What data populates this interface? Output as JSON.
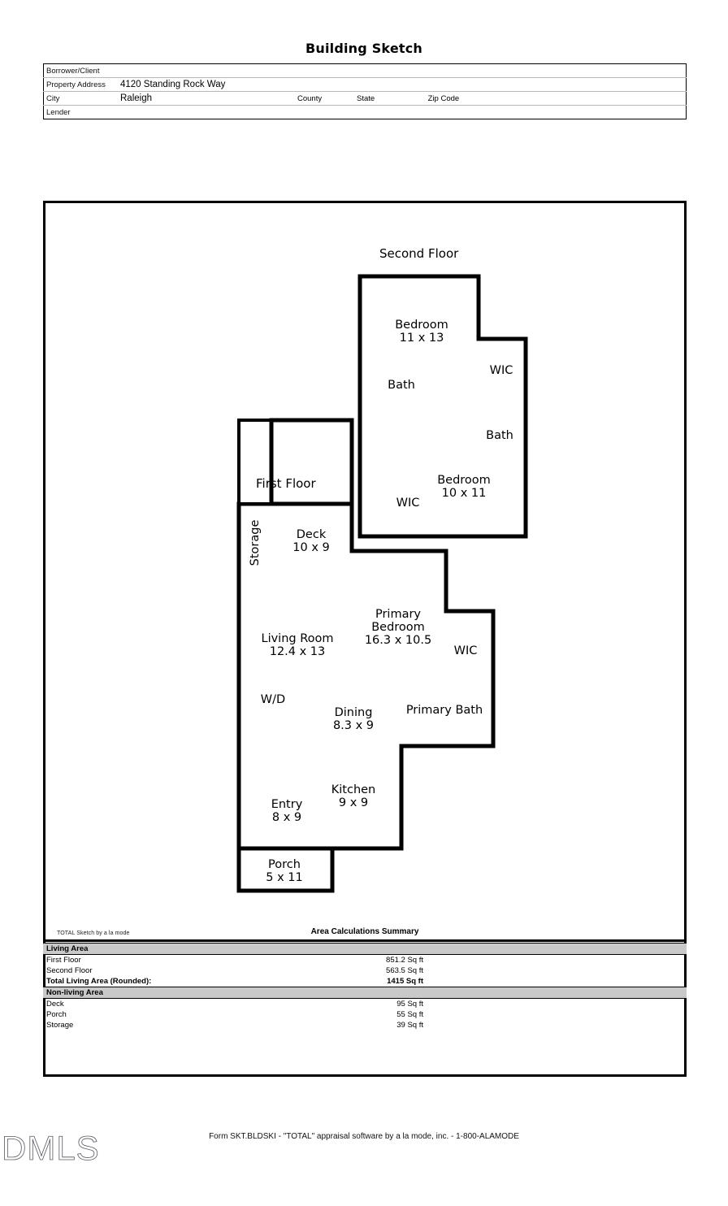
{
  "document": {
    "title": "Building Sketch"
  },
  "header": {
    "rows": [
      {
        "label": "Borrower/Client",
        "value": ""
      },
      {
        "label": "Property Address",
        "value": "4120 Standing Rock Way"
      }
    ],
    "city_row": {
      "label": "City",
      "value": "Raleigh",
      "county_label": "County",
      "county_value": "",
      "state_label": "State",
      "state_value": "",
      "zip_label": "Zip Code",
      "zip_value": ""
    },
    "lender_row": {
      "label": "Lender",
      "value": ""
    }
  },
  "sketch": {
    "second_floor_caption": "Second Floor",
    "first_floor_caption": "First Floor",
    "rooms": [
      {
        "name": "Bedroom",
        "dim": "11 x 13"
      },
      {
        "name": "WIC",
        "dim": ""
      },
      {
        "name": "Bath",
        "dim": ""
      },
      {
        "name": "Bath",
        "dim": ""
      },
      {
        "name": "Bedroom",
        "dim": "10 x 11"
      },
      {
        "name": "WIC",
        "dim": ""
      },
      {
        "name": "Storage",
        "dim": ""
      },
      {
        "name": "Deck",
        "dim": "10 x 9"
      },
      {
        "name": "Living Room",
        "dim": "12.4 x 13"
      },
      {
        "name": "Primary Bedroom",
        "dim": "16.3 x 10.5"
      },
      {
        "name": "WIC",
        "dim": ""
      },
      {
        "name": "W/D",
        "dim": ""
      },
      {
        "name": "Dining",
        "dim": "8.3 x 9"
      },
      {
        "name": "Primary Bath",
        "dim": ""
      },
      {
        "name": "Entry",
        "dim": "8 x 9"
      },
      {
        "name": "Kitchen",
        "dim": "9 x 9"
      },
      {
        "name": "Porch",
        "dim": "5 x 11"
      }
    ],
    "labels": {
      "bedroom1_name": "Bedroom",
      "bedroom1_dim": "11 x 13",
      "wic_upper": "WIC",
      "bath_upper": "Bath",
      "bath_lower": "Bath",
      "bedroom2_name": "Bedroom",
      "bedroom2_dim": "10 x 11",
      "wic_lower2f": "WIC",
      "storage": "Storage",
      "deck_name": "Deck",
      "deck_dim": "10 x 9",
      "living_name": "Living Room",
      "living_dim": "12.4 x 13",
      "primary_bed_l1": "Primary",
      "primary_bed_l2": "Bedroom",
      "primary_bed_dim": "16.3 x 10.5",
      "wic_1f": "WIC",
      "wd": "W/D",
      "dining_name": "Dining",
      "dining_dim": "8.3 x 9",
      "primary_bath": "Primary Bath",
      "entry_name": "Entry",
      "entry_dim": "8 x 9",
      "kitchen_name": "Kitchen",
      "kitchen_dim": "9 x 9",
      "porch_name": "Porch",
      "porch_dim": "5 x 11"
    }
  },
  "summary": {
    "credit": "TOTAL Sketch by a la mode",
    "title": "Area Calculations Summary",
    "living_band": "Living Area",
    "nonliving_band": "Non-living Area",
    "living_rows": [
      {
        "name": "First Floor",
        "value": "851.2 Sq ft"
      },
      {
        "name": "Second Floor",
        "value": "563.5 Sq ft"
      }
    ],
    "total_row": {
      "name": "Total Living Area (Rounded):",
      "value": "1415 Sq ft"
    },
    "nonliving_rows": [
      {
        "name": "Deck",
        "value": "95 Sq ft"
      },
      {
        "name": "Porch",
        "value": "55 Sq ft"
      },
      {
        "name": "Storage",
        "value": "39 Sq ft"
      }
    ]
  },
  "footer": {
    "logo": "DMLS",
    "form_text": "Form SKT.BLDSKI - \"TOTAL\" appraisal software by a la mode, inc. - 1-800-ALAMODE"
  }
}
